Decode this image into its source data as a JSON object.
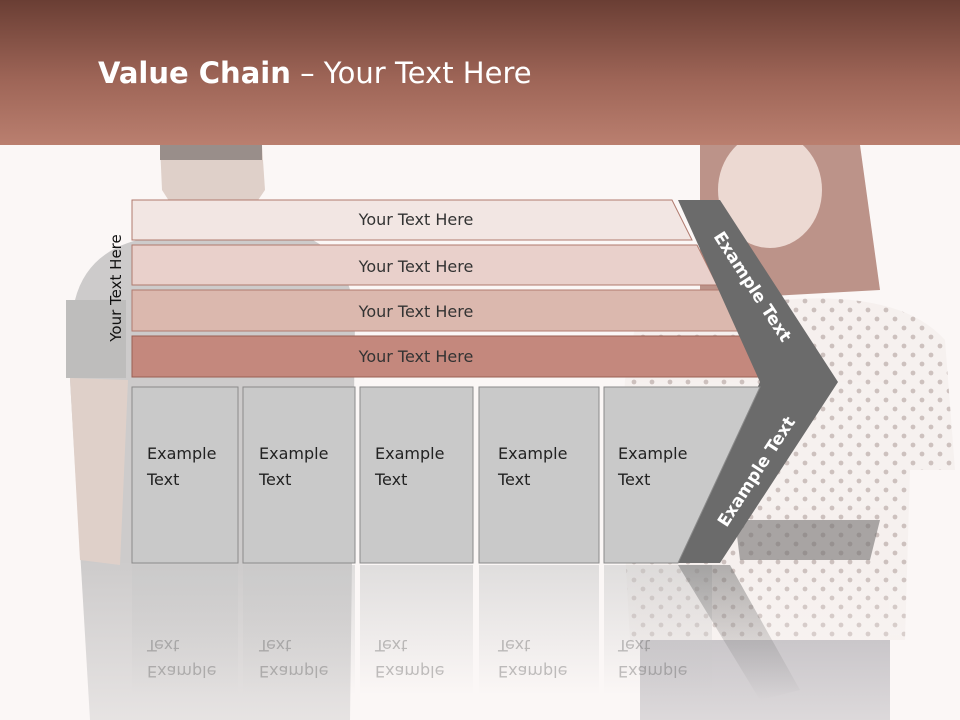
{
  "slide": {
    "title_bold": "Value Chain",
    "title_rest": " – Your Text Here",
    "side_label": "Your Text Here"
  },
  "bands": [
    {
      "label": "Your Text Here",
      "color": "#f2e6e3"
    },
    {
      "label": "Your Text Here",
      "color": "#e9d0cb"
    },
    {
      "label": "Your Text Here",
      "color": "#dbb8ae"
    },
    {
      "label": "Your Text Here",
      "color": "#c4887d"
    }
  ],
  "boxes": [
    {
      "line1": "Example",
      "line2": "Text"
    },
    {
      "line1": "Example",
      "line2": "Text"
    },
    {
      "line1": "Example",
      "line2": "Text"
    },
    {
      "line1": "Example",
      "line2": "Text"
    },
    {
      "line1": "Example",
      "line2": "Text"
    }
  ],
  "chevron": {
    "upper_label": "Example Text",
    "lower_label": "Example Text",
    "color": "#6b6b6b"
  },
  "colors": {
    "header_dark": "#6a3e34",
    "header_light": "#ba7f6f",
    "box_fill": "#c9c9c9"
  }
}
